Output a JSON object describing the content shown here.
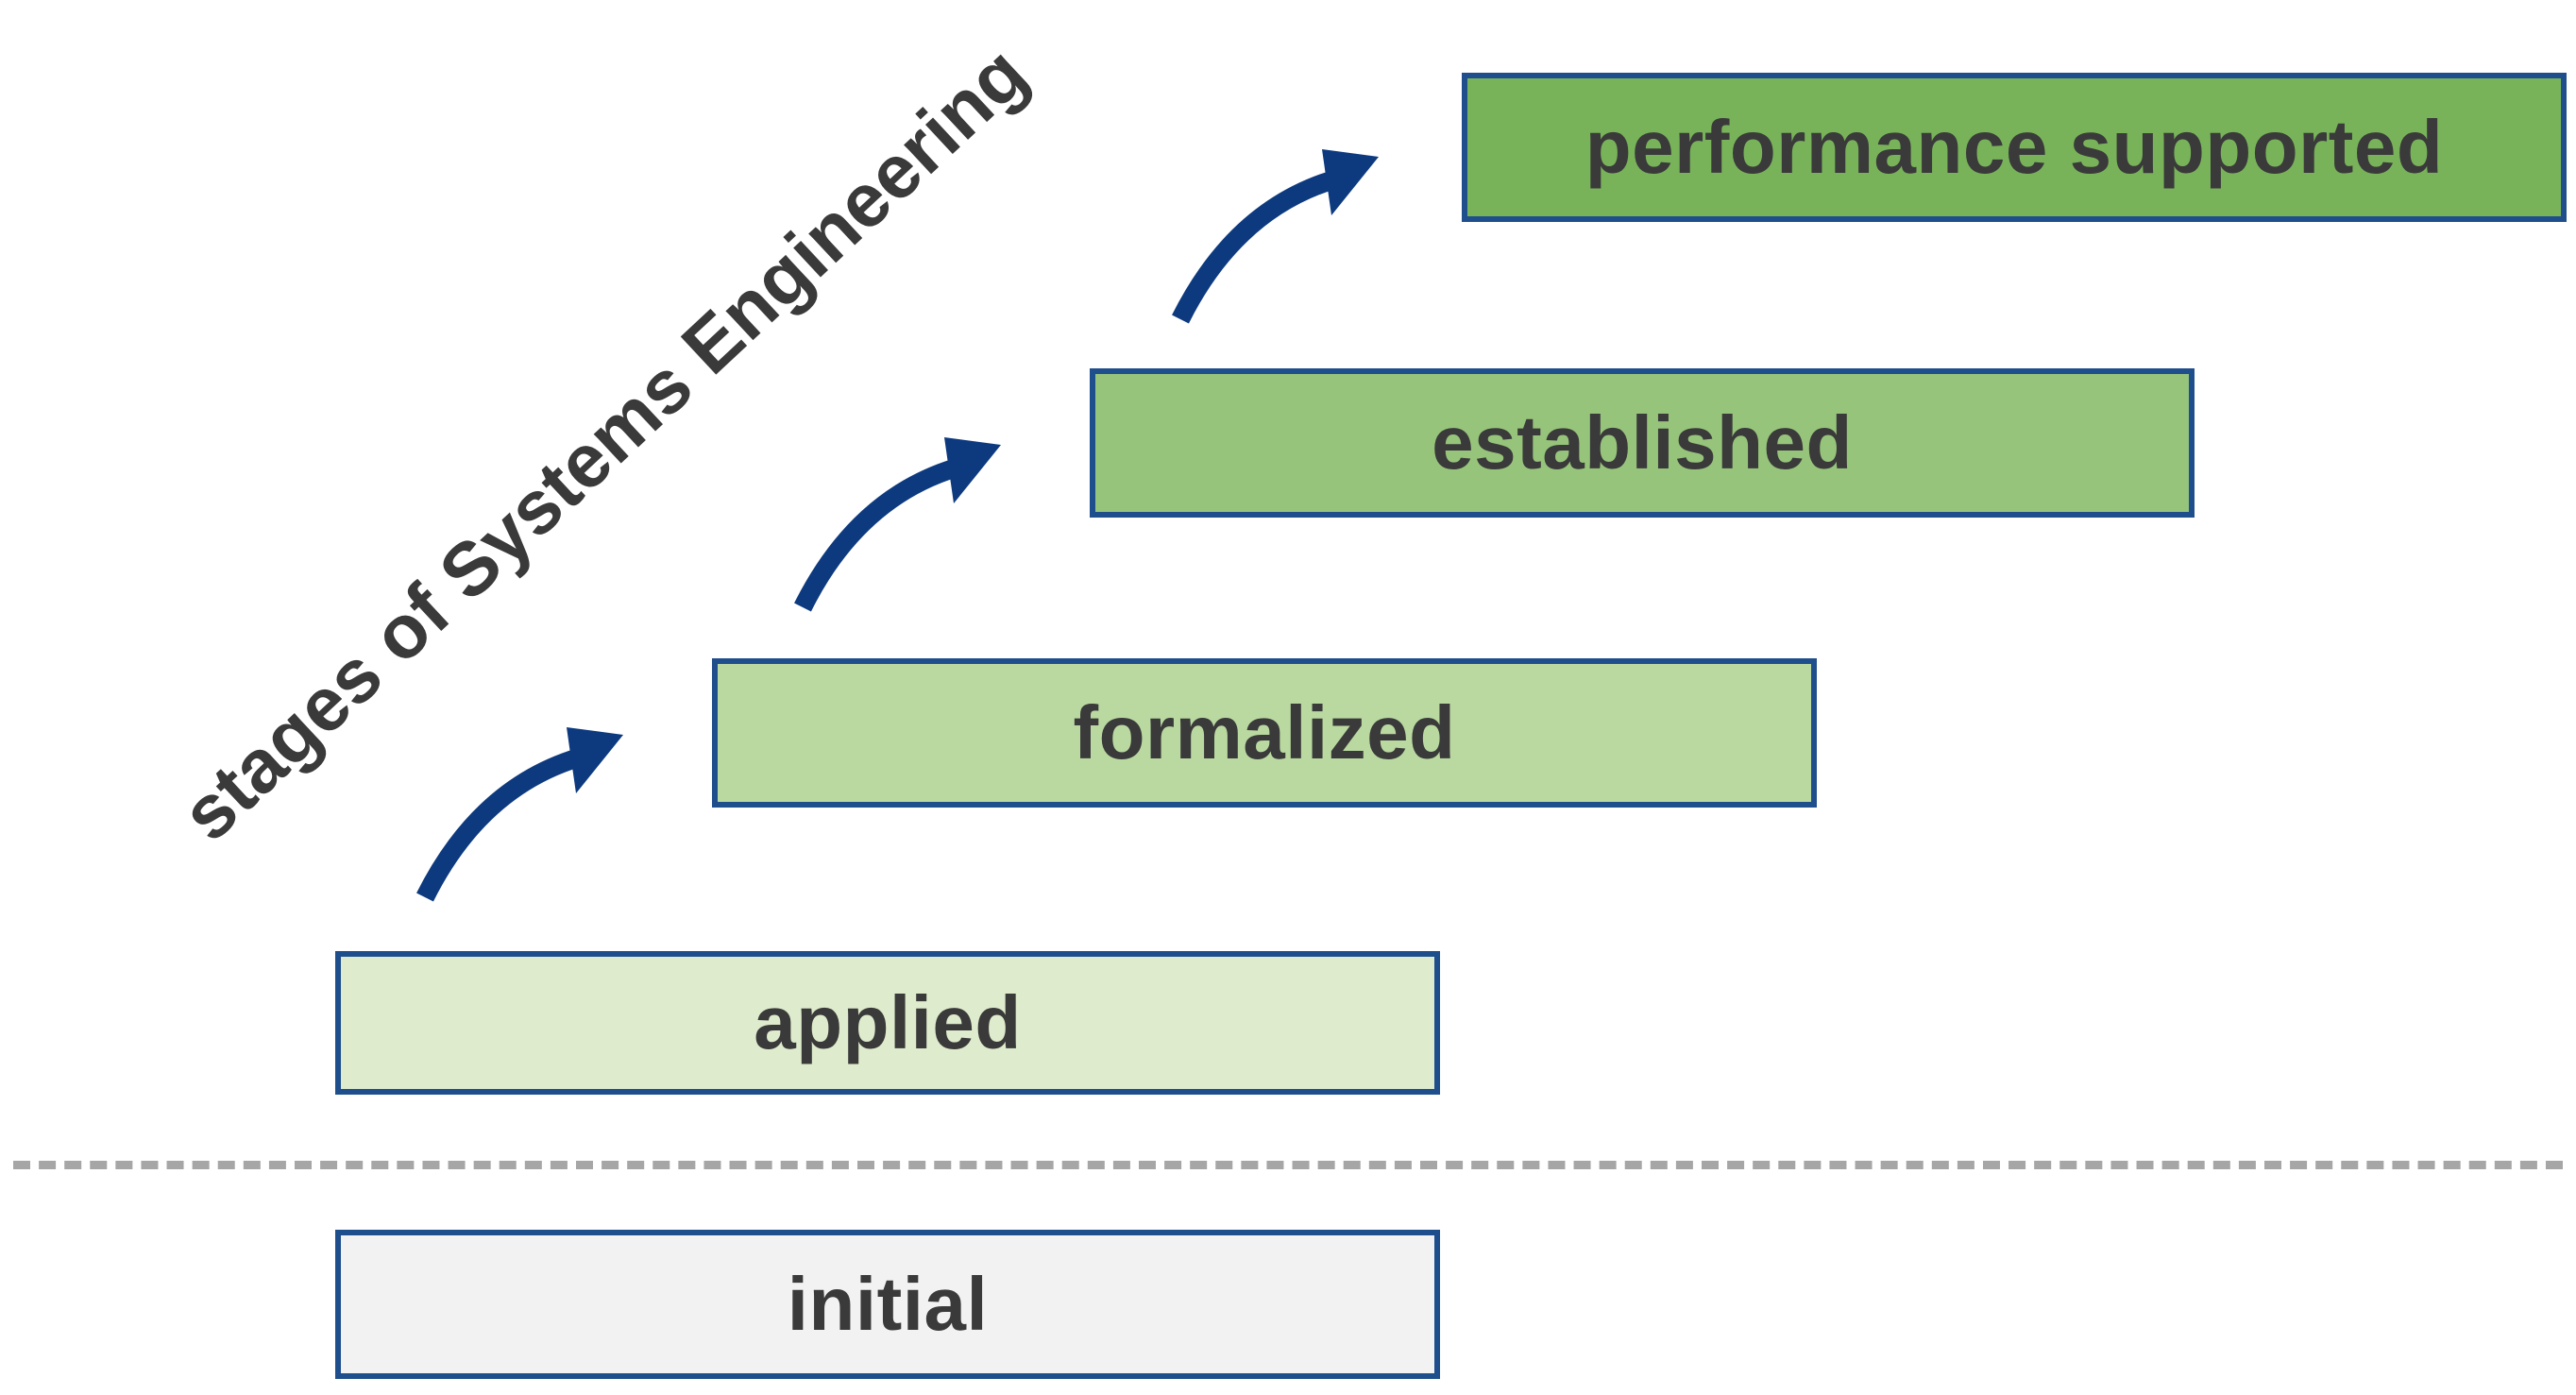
{
  "title": "stages of Systems Engineering",
  "stages": [
    {
      "label": "initial",
      "fill": "#f2f2f2"
    },
    {
      "label": "applied",
      "fill": "#deebcc"
    },
    {
      "label": "formalized",
      "fill": "#bad9a1"
    },
    {
      "label": "established",
      "fill": "#97c47b"
    },
    {
      "label": "performance supported",
      "fill": "#78b35a"
    }
  ],
  "colors": {
    "border": "#1f4e8c",
    "arrow": "#0d3a7f",
    "divider": "#a6a6a6",
    "text": "#3a3a3a"
  },
  "icons": [
    "curved-arrow-icon"
  ]
}
